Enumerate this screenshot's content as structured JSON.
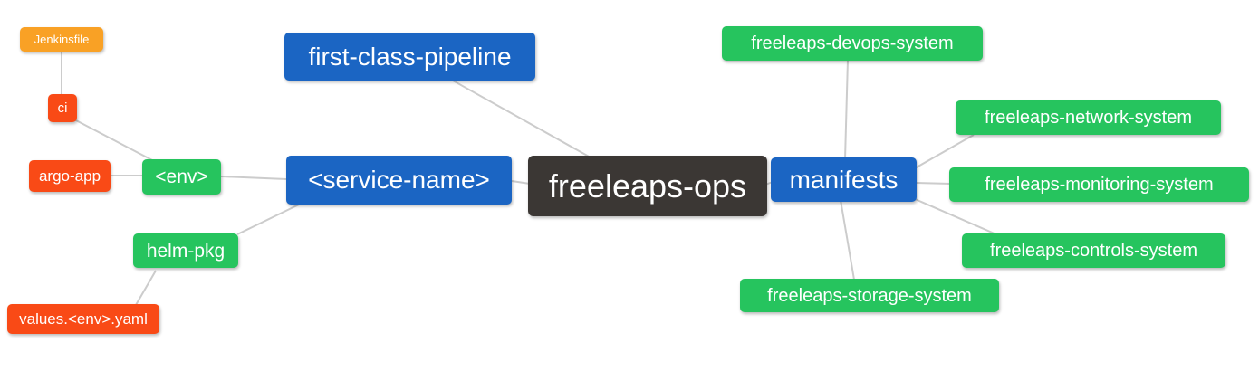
{
  "diagram": {
    "type": "mindmap",
    "colors": {
      "root_bg": "#3B3734",
      "branch_bg": "#1B65C3",
      "green_bg": "#26C45E",
      "red_bg": "#F94A16",
      "orange_bg": "#F9A125",
      "edge": "#CCCCCC",
      "text": "#FFFFFF",
      "canvas_bg": "#FFFFFF"
    },
    "nodes": {
      "root": {
        "label": "freeleaps-ops"
      },
      "first_class_pipeline": {
        "label": "first-class-pipeline"
      },
      "service_name": {
        "label": "<service-name>"
      },
      "env": {
        "label": "<env>"
      },
      "ci": {
        "label": "ci"
      },
      "jenkinsfile": {
        "label": "Jenkinsfile"
      },
      "argo_app": {
        "label": "argo-app"
      },
      "helm_pkg": {
        "label": "helm-pkg"
      },
      "values_yaml": {
        "label": "values.<env>.yaml"
      },
      "manifests": {
        "label": "manifests"
      },
      "devops_system": {
        "label": "freeleaps-devops-system"
      },
      "network_system": {
        "label": "freeleaps-network-system"
      },
      "monitoring_system": {
        "label": "freeleaps-monitoring-system"
      },
      "controls_system": {
        "label": "freeleaps-controls-system"
      },
      "storage_system": {
        "label": "freeleaps-storage-system"
      }
    },
    "edges": [
      {
        "from": "jenkinsfile",
        "to": "ci"
      },
      {
        "from": "ci",
        "to": "env"
      },
      {
        "from": "argo_app",
        "to": "env"
      },
      {
        "from": "env",
        "to": "service_name"
      },
      {
        "from": "helm_pkg",
        "to": "service_name"
      },
      {
        "from": "values_yaml",
        "to": "helm_pkg"
      },
      {
        "from": "first_class_pipeline",
        "to": "root"
      },
      {
        "from": "service_name",
        "to": "root"
      },
      {
        "from": "root",
        "to": "manifests"
      },
      {
        "from": "devops_system",
        "to": "manifests"
      },
      {
        "from": "manifests",
        "to": "network_system"
      },
      {
        "from": "manifests",
        "to": "monitoring_system"
      },
      {
        "from": "manifests",
        "to": "controls_system"
      },
      {
        "from": "manifests",
        "to": "storage_system"
      }
    ]
  }
}
